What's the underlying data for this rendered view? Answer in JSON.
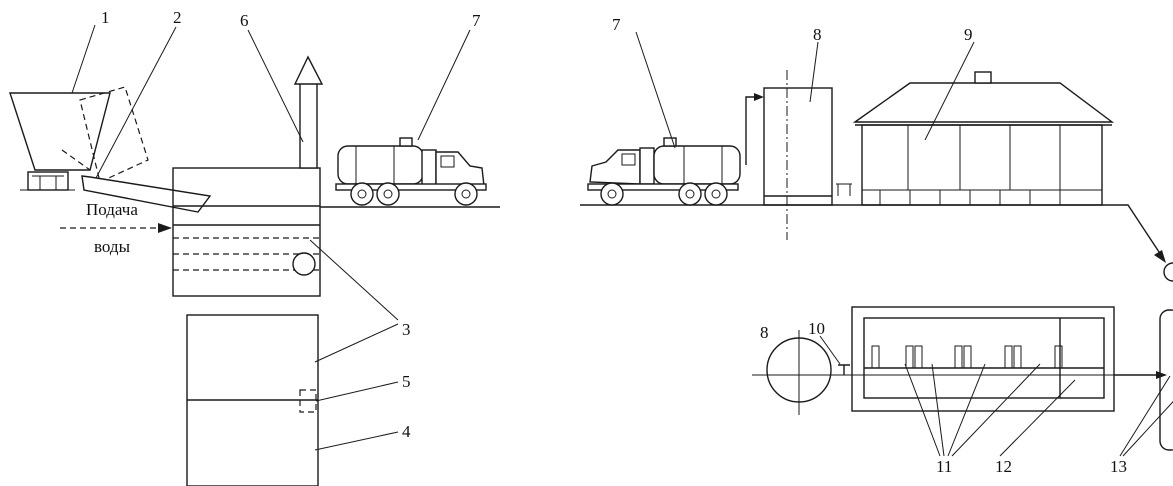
{
  "labels": {
    "n1": "1",
    "n2": "2",
    "n3": "3",
    "n4": "4",
    "n5": "5",
    "n6": "6",
    "n7_left": "7",
    "n7_right": "7",
    "n8_top": "8",
    "n8_plan": "8",
    "n9": "9",
    "n10": "10",
    "n11": "11",
    "n12": "12",
    "n13": "13"
  },
  "water_supply": {
    "line1": "Подача",
    "line2": "воды"
  }
}
